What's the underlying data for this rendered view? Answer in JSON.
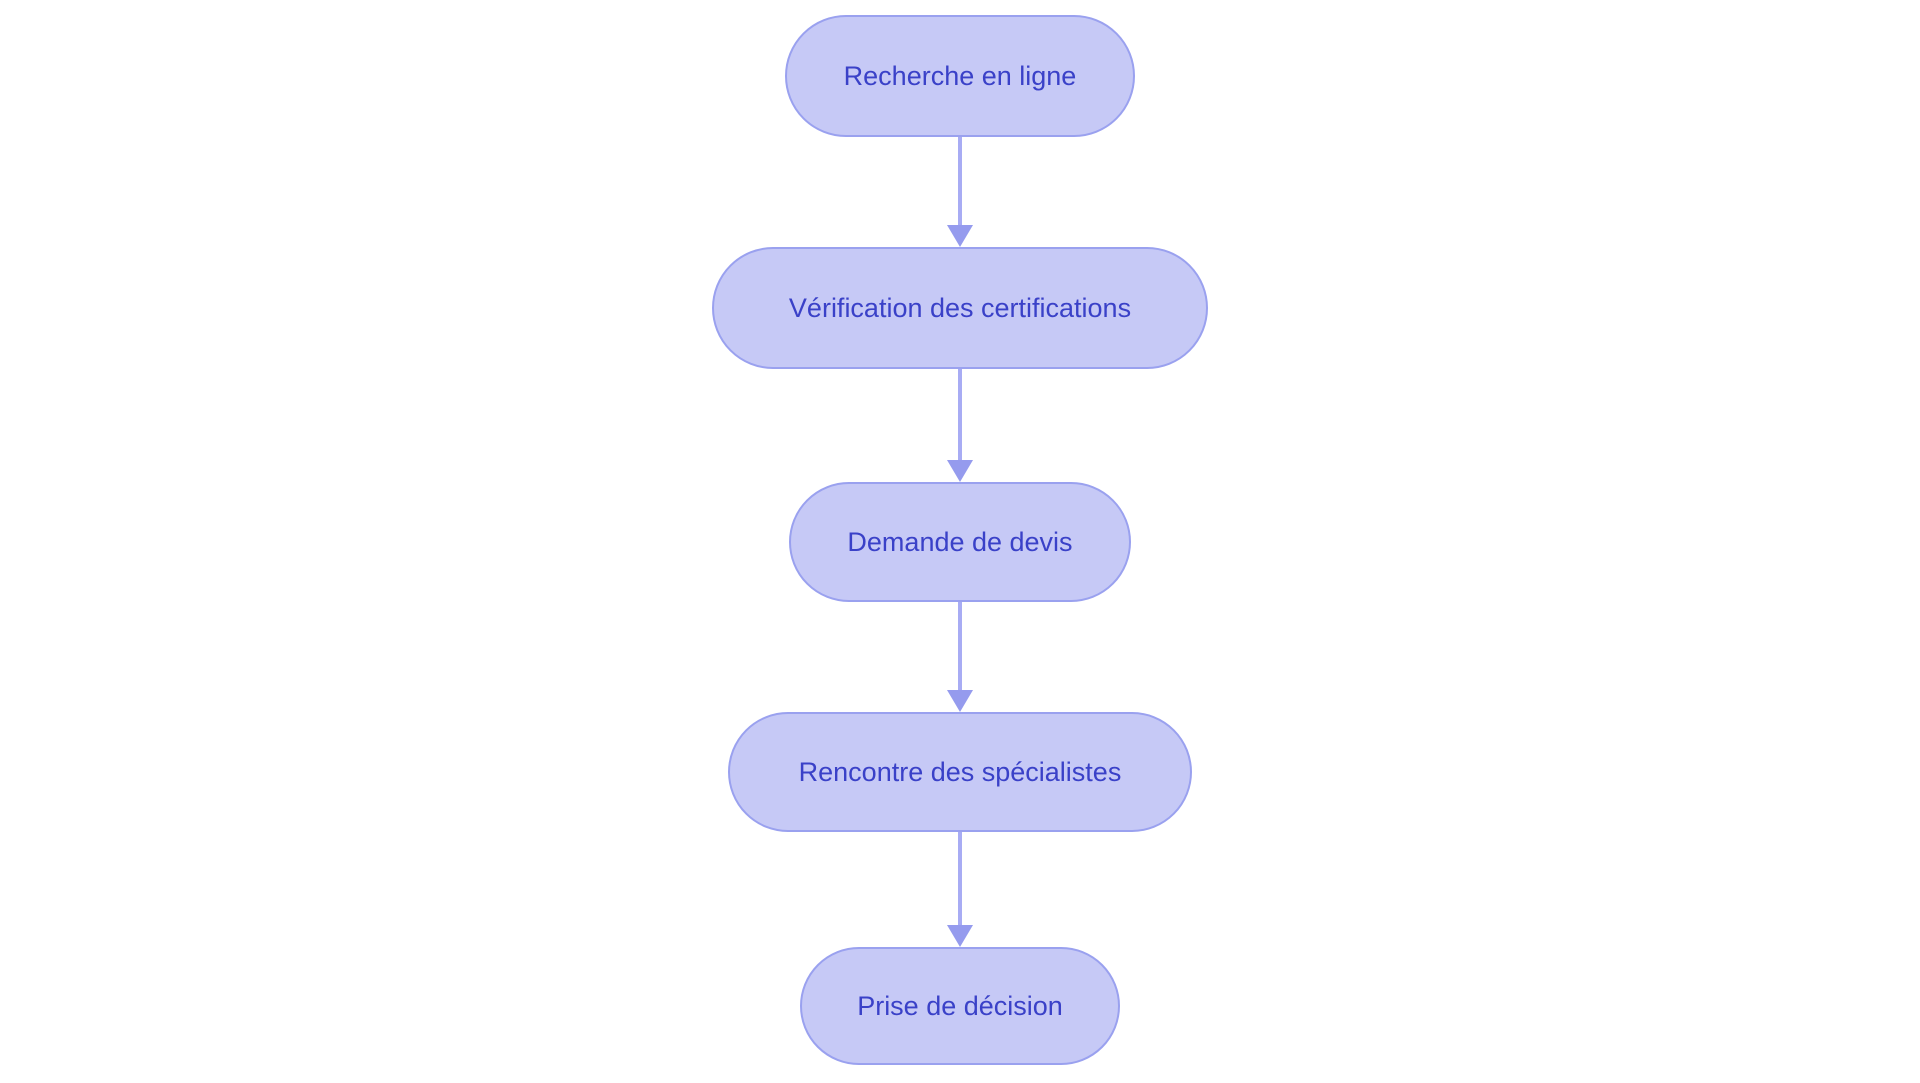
{
  "flowchart": {
    "type": "vertical-process-flow",
    "nodes": [
      {
        "id": 0,
        "label": "Recherche en ligne"
      },
      {
        "id": 1,
        "label": "Vérification des certifications"
      },
      {
        "id": 2,
        "label": "Demande de devis"
      },
      {
        "id": 3,
        "label": "Rencontre des spécialistes"
      },
      {
        "id": 4,
        "label": "Prise de décision"
      }
    ],
    "edges": [
      {
        "from": 0,
        "to": 1
      },
      {
        "from": 1,
        "to": 2
      },
      {
        "from": 2,
        "to": 3
      },
      {
        "from": 3,
        "to": 4
      }
    ]
  },
  "colors": {
    "node-fill": "#c6c9f6",
    "node-border": "#9aa1ef",
    "node-text": "#3a41c8",
    "arrow-line": "#a8acf4",
    "arrow-head": "#959bee",
    "background": "#ffffff"
  }
}
